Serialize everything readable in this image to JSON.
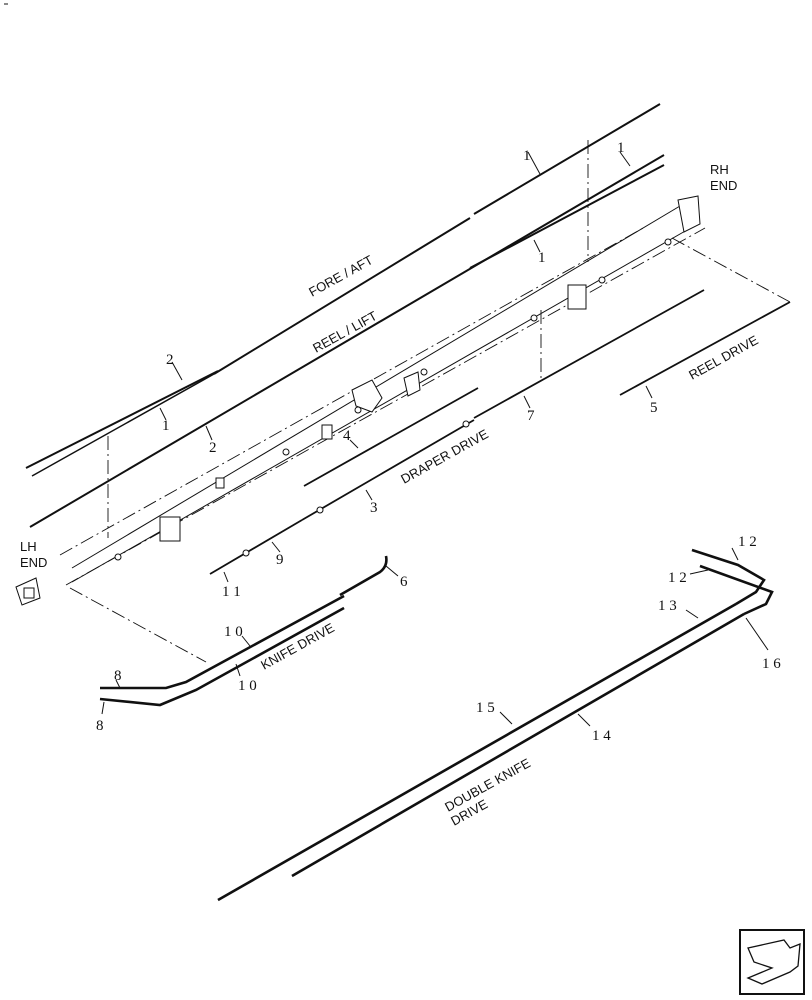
{
  "labels": {
    "fore_aft": "FORE / AFT",
    "reel_lift": "REEL / LIFT",
    "rh_end_1": "RH",
    "rh_end_2": "END",
    "lh_end_1": "LH",
    "lh_end_2": "END",
    "draper_drive": "DRAPER DRIVE",
    "reel_drive": "REEL DRIVE",
    "knife_drive": "KNIFE DRIVE",
    "double_knife_1": "DOUBLE KNIFE",
    "double_knife_2": "DRIVE"
  },
  "callouts": {
    "c1a": "1",
    "c1b": "1",
    "c1c": "1",
    "c1d": "1",
    "c2a": "2",
    "c2b": "2",
    "c3": "3",
    "c4": "4",
    "c5": "5",
    "c6": "6",
    "c7": "7",
    "c8a": "8",
    "c8b": "8",
    "c9": "9",
    "c10a": "1 0",
    "c10b": "1 0",
    "c11": "1 1",
    "c12a": "1 2",
    "c12b": "1 2",
    "c13": "1 3",
    "c14": "1 4",
    "c15": "1 5",
    "c16": "1 6"
  },
  "nav_icon": "next-page-arrow-icon"
}
